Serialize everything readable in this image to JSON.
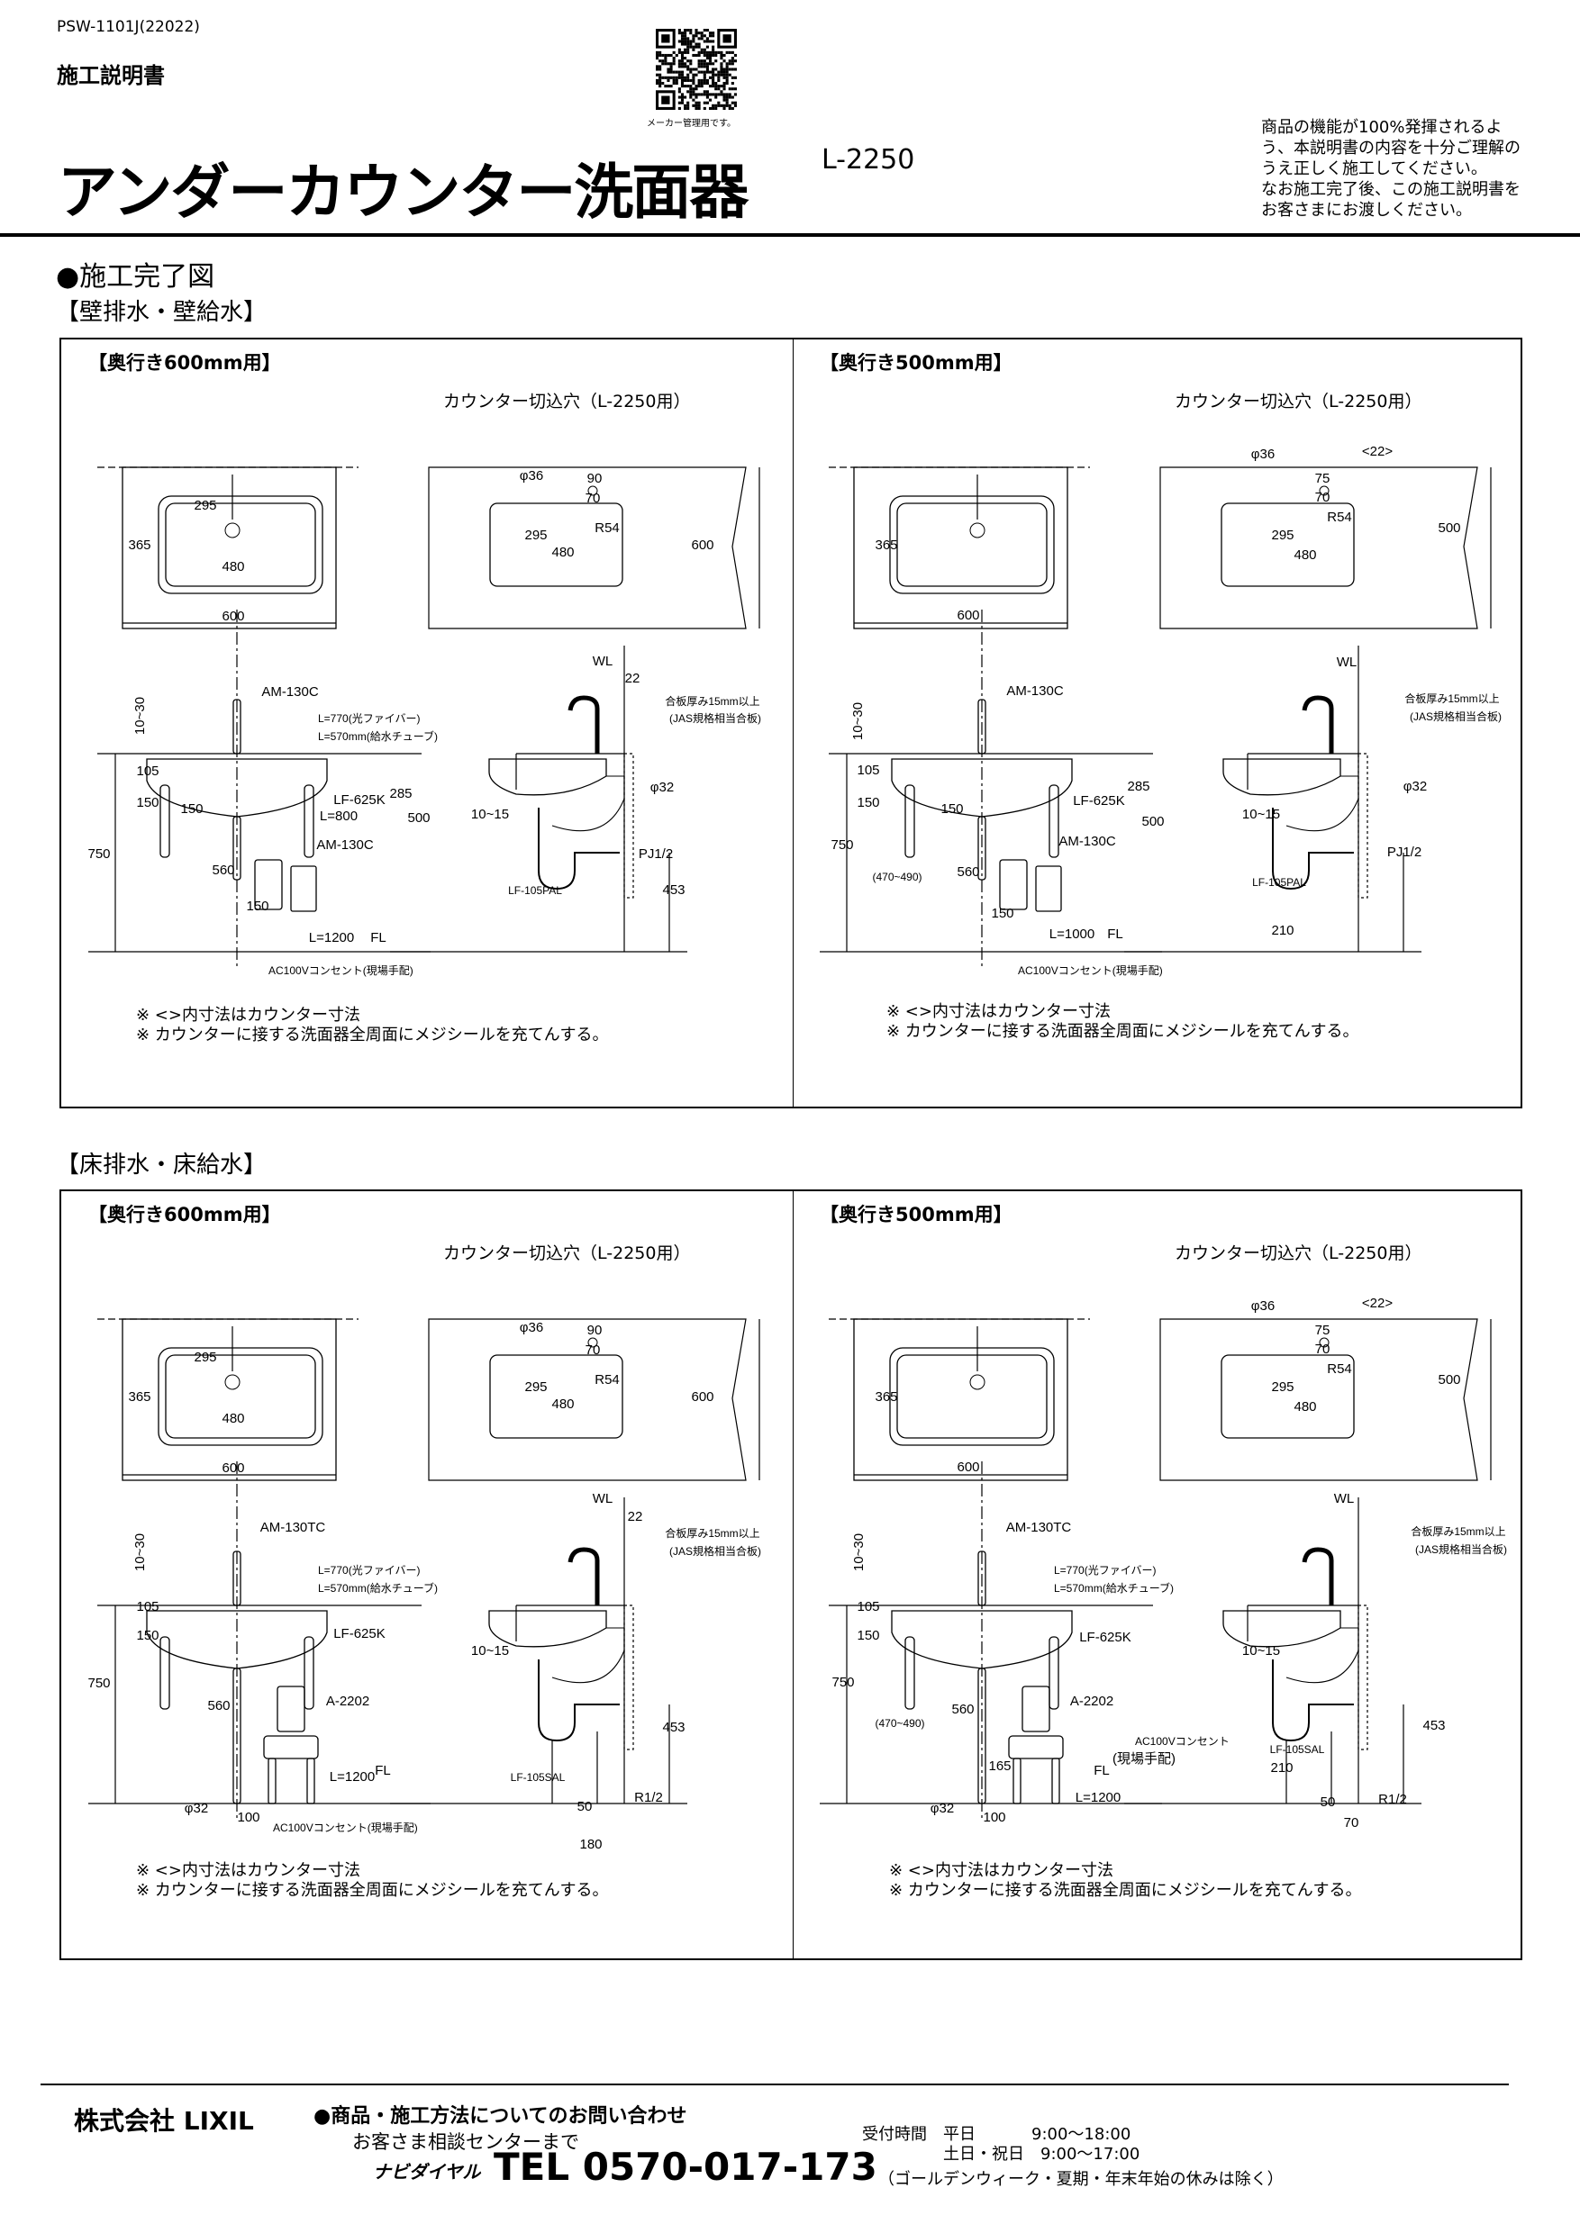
{
  "header": {
    "doc_code": "PSW-1101J(22022)",
    "doc_type": "施工説明書",
    "qr_caption": "メーカー管理用です。",
    "title": "アンダーカウンター洗面器",
    "model": "L-2250",
    "notice_lines": [
      "商品の機能が100%発揮されるよ",
      "う、本説明書の内容を十分ご理解の",
      "うえ正しく施工してください。",
      "なお施工完了後、この施工説明書を",
      "お客さまにお渡しください。"
    ]
  },
  "section_heading": "●施工完了図",
  "groups": [
    {
      "heading": "【壁排水・壁給水】",
      "panels": [
        {
          "title": "【奥行き600mm用】",
          "cutout_caption": "カウンター切込穴（L-2250用）",
          "top_labels": [
            "365",
            "295",
            "480",
            "600",
            "φ36",
            "90",
            "70",
            "R54",
            "295",
            "480",
            "600"
          ],
          "front_labels": [
            "AM-130C",
            "10~30",
            "105",
            "150",
            "150",
            "750",
            "285",
            "500",
            "LF-625K",
            "L=800",
            "AM-130C",
            "560",
            "AC100Vコンセント(現場手配)",
            "150",
            "L=1200",
            "FL",
            "WL",
            "22",
            "合板厚み15mm以上",
            "(JAS規格相当合板)",
            "φ32",
            "10~15",
            "PJ1/2",
            "LF-105PAL",
            "453",
            "L=770(光ファイバー)",
            "L=570mm(給水チューブ)"
          ],
          "notes": [
            "※ <>内寸法はカウンター寸法",
            "※ カウンターに接する洗面器全周面にメジシールを充てんする。"
          ]
        },
        {
          "title": "【奥行き500mm用】",
          "cutout_caption": "カウンター切込穴（L-2250用）",
          "top_labels": [
            "365",
            "600",
            "φ36",
            "<22>",
            "75",
            "70",
            "R54",
            "295",
            "480",
            "500"
          ],
          "front_labels": [
            "AM-130C",
            "10~30",
            "105",
            "150",
            "150",
            "750",
            "(470~490)",
            "285",
            "500",
            "LF-625K",
            "AM-130C",
            "560",
            "AC100Vコンセント(現場手配)",
            "150",
            "L=1000",
            "FL",
            "WL",
            "合板厚み15mm以上",
            "(JAS規格相当合板)",
            "φ32",
            "10~15",
            "PJ1/2",
            "LF-105PAL",
            "210"
          ],
          "notes": [
            "※ <>内寸法はカウンター寸法",
            "※ カウンターに接する洗面器全周面にメジシールを充てんする。"
          ]
        }
      ]
    },
    {
      "heading": "【床排水・床給水】",
      "panels": [
        {
          "title": "【奥行き600mm用】",
          "cutout_caption": "カウンター切込穴（L-2250用）",
          "top_labels": [
            "365",
            "295",
            "480",
            "600",
            "φ36",
            "90",
            "70",
            "R54",
            "295",
            "480",
            "600"
          ],
          "front_labels": [
            "WL",
            "22",
            "合板厚み15mm以上",
            "(JAS規格相当合板)",
            "AM-130TC",
            "10~30",
            "105",
            "150",
            "LF-625K",
            "L=570mm(給水チューブ)",
            "10~15",
            "750",
            "L=770(光ファイバー)",
            "560",
            "A-2202",
            "453",
            "AC100Vコンセント(現場手配)",
            "L=1200",
            "FL",
            "LF-105SAL",
            "φ32",
            "R1/2",
            "50",
            "100",
            "180"
          ],
          "notes": [
            "※ <>内寸法はカウンター寸法",
            "※ カウンターに接する洗面器全周面にメジシールを充てんする。"
          ]
        },
        {
          "title": "【奥行き500mm用】",
          "cutout_caption": "カウンター切込穴（L-2250用）",
          "top_labels": [
            "365",
            "600",
            "φ36",
            "<22>",
            "75",
            "70",
            "R54",
            "295",
            "480",
            "500"
          ],
          "front_labels": [
            "WL",
            "AM-130TC",
            "合板厚み15mm以上",
            "(JAS規格相当合板)",
            "10~30",
            "105",
            "150",
            "LF-625K",
            "L=570mm(給水チューブ)",
            "10~15",
            "L=770(光ファイバー)",
            "750",
            "560",
            "A-2202",
            "(470~490)",
            "453",
            "AC100Vコンセント",
            "(現場手配)",
            "LF-105SAL",
            "165",
            "210",
            "FL",
            "L=1200",
            "φ32",
            "R1/2",
            "50",
            "100",
            "70"
          ],
          "notes": [
            "※ <>内寸法はカウンター寸法",
            "※ カウンターに接する洗面器全周面にメジシールを充てんする。"
          ]
        }
      ]
    }
  ],
  "footer": {
    "company": "株式会社 LIXIL",
    "inquiry": "●商品・施工方法についてのお問い合わせ",
    "center": "お客さま相談センターまで",
    "navi_dial": "ナビダイヤル",
    "tel": "TEL 0570-017-173",
    "hours_label": "受付時間",
    "weekday_label": "平日",
    "weekday_hours": "9:00～18:00",
    "weekend_label": "土日・祝日",
    "weekend_hours": "9:00～17:00",
    "holiday_note": "（ゴールデンウィーク・夏期・年末年始の休みは除く）"
  }
}
